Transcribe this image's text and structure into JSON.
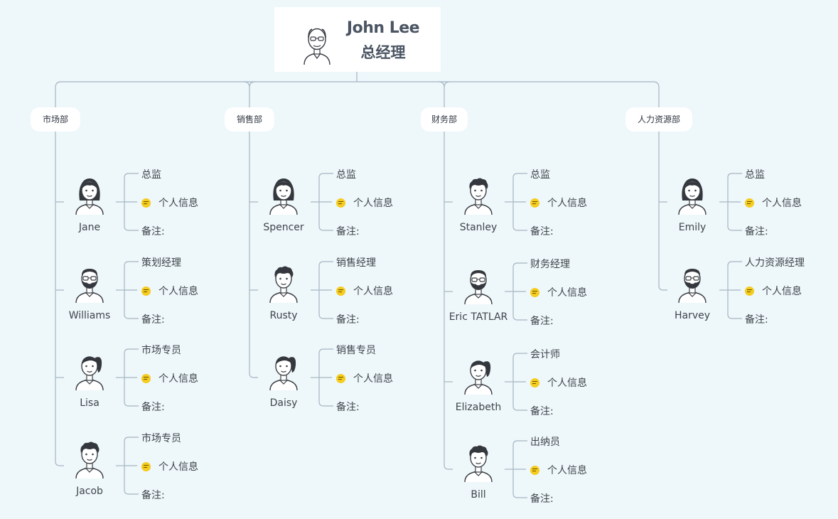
{
  "root": {
    "name": "John Lee",
    "title": "总经理",
    "avatar": "bald-man-glasses-avatar-icon"
  },
  "departments": [
    {
      "name": "市场部",
      "members": [
        {
          "name": "Jane",
          "role": "总监",
          "info": "个人信息",
          "note": "备注:",
          "avatar": "woman-long-hair-avatar-icon"
        },
        {
          "name": "Williams",
          "role": "策划经理",
          "info": "个人信息",
          "note": "备注:",
          "avatar": "bearded-man-glasses-avatar-icon"
        },
        {
          "name": "Lisa",
          "role": "市场专员",
          "info": "个人信息",
          "note": "备注:",
          "avatar": "woman-ponytail-avatar-icon"
        },
        {
          "name": "Jacob",
          "role": "市场专员",
          "info": "个人信息",
          "note": "备注:",
          "avatar": "man-curly-hair-avatar-icon"
        }
      ]
    },
    {
      "name": "销售部",
      "members": [
        {
          "name": "Spencer",
          "role": "总监",
          "info": "个人信息",
          "note": "备注:",
          "avatar": "woman-long-hair-avatar-icon"
        },
        {
          "name": "Rusty",
          "role": "销售经理",
          "info": "个人信息",
          "note": "备注:",
          "avatar": "man-curly-hair-avatar-icon"
        },
        {
          "name": "Daisy",
          "role": "销售专员",
          "info": "个人信息",
          "note": "备注:",
          "avatar": "woman-ponytail-avatar-icon"
        }
      ]
    },
    {
      "name": "财务部",
      "members": [
        {
          "name": "Stanley",
          "role": "总监",
          "info": "个人信息",
          "note": "备注:",
          "avatar": "man-curly-hair-avatar-icon"
        },
        {
          "name": "Eric TATLAR",
          "role": "财务经理",
          "info": "个人信息",
          "note": "备注:",
          "avatar": "bearded-man-glasses-avatar-icon"
        },
        {
          "name": "Elizabeth",
          "role": "会计师",
          "info": "个人信息",
          "note": "备注:",
          "avatar": "woman-ponytail-avatar-icon"
        },
        {
          "name": "Bill",
          "role": "出纳员",
          "info": "个人信息",
          "note": "备注:",
          "avatar": "man-curly-hair-avatar-icon"
        }
      ]
    },
    {
      "name": "人力资源部",
      "members": [
        {
          "name": "Emily",
          "role": "总监",
          "info": "个人信息",
          "note": "备注:",
          "avatar": "woman-long-hair-avatar-icon"
        },
        {
          "name": "Harvey",
          "role": "人力资源经理",
          "info": "个人信息",
          "note": "备注:",
          "avatar": "bearded-man-glasses-avatar-icon"
        }
      ]
    }
  ],
  "colors": {
    "background": "#eef7fa",
    "connector": "#a5b6c2",
    "note_icon": "#f5cc1f",
    "card": "#ffffff"
  }
}
